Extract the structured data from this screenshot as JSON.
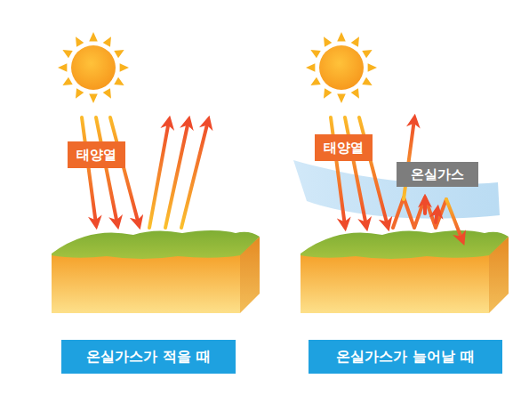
{
  "diagram": {
    "nodes": [
      {
        "text": [
          "태양열"
        ]
      },
      {
        "text": [
          "온실가스가 적을 때"
        ]
      },
      {
        "text": [
          "태양열"
        ]
      },
      {
        "text": [
          "온실가스"
        ]
      },
      {
        "text": [
          "온실가스가 늘어날 때"
        ]
      }
    ]
  }
}
